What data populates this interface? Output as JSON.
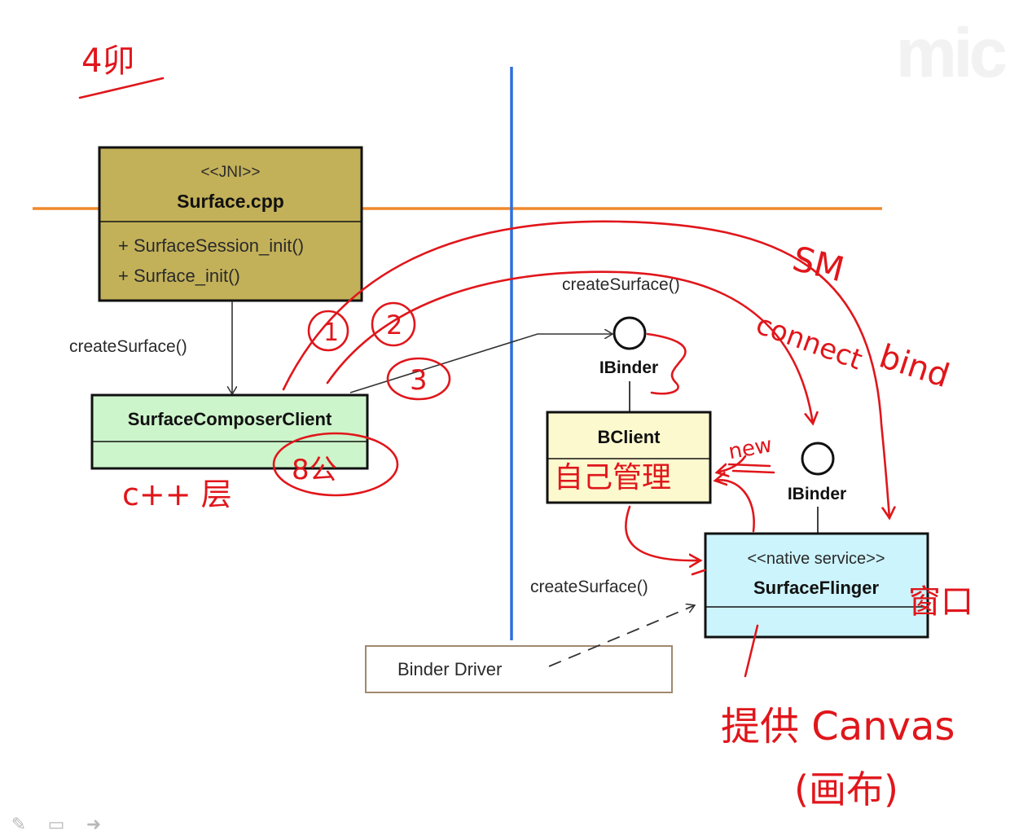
{
  "watermark": {
    "text": "mic"
  },
  "surface_cpp": {
    "stereotype": "<<JNI>>",
    "title": "Surface.cpp",
    "methods": [
      "+ SurfaceSession_init()",
      "+ Surface_init()"
    ]
  },
  "composer_client": {
    "title": "SurfaceComposerClient"
  },
  "bclient": {
    "title": "BClient"
  },
  "surface_flinger": {
    "stereotype": "<<native service>>",
    "title": "SurfaceFlinger"
  },
  "binder_driver": {
    "label": "Binder Driver"
  },
  "interfaces": {
    "ibinder_client": "IBinder",
    "ibinder_flinger": "IBinder"
  },
  "calls": {
    "left": "createSurface()",
    "top": "createSurface()",
    "bottom": "createSurface()"
  },
  "annotations": {
    "title_mark": "4卯",
    "cpp_layer": "c++ 层",
    "circle_1": "1",
    "circle_2": "2",
    "circle_3": "3",
    "sm": "SM",
    "connect": "connect",
    "bind": "bind",
    "new": "new",
    "bclient_note": "自己管理",
    "composer_note": "8公",
    "flinger_side": "窗口",
    "canvas": "提供 Canvas",
    "canvas_cn": "(画布)"
  },
  "colors": {
    "surface_cpp_fill": "#c3b159",
    "composer_fill": "#cdf5cb",
    "bclient_fill": "#fdf9cf",
    "flinger_fill": "#ccf4fc",
    "orange_line": "#f08a2c",
    "blue_line": "#2e6fdc",
    "ink_red": "#e0161b",
    "binder_border": "#a08970"
  }
}
